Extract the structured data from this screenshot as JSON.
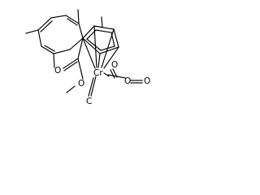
{
  "structure": {
    "atoms": {
      "cr": "Cr",
      "ester_carbonyl_o": "O",
      "ester_ether_o": "O",
      "carbonyl1_o": "O",
      "carbonyl2_o": "O",
      "carbonyl3_o": "O",
      "carbonyl3_c": "C"
    }
  }
}
